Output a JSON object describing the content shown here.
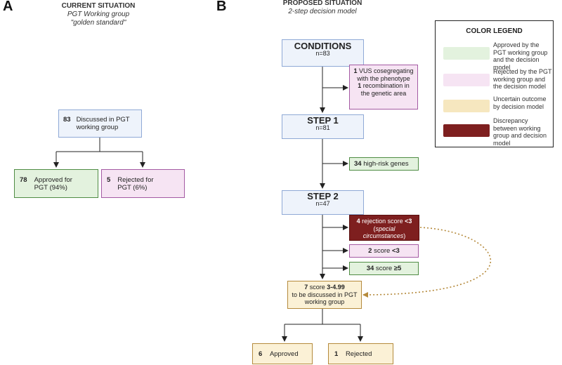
{
  "panel_a": {
    "letter": "A",
    "title": "CURRENT SITUATION",
    "subtitle1": "PGT Working group",
    "subtitle2": "\"golden standard\"",
    "discussed": {
      "count": "83",
      "label": "Discussed in PGT working group"
    },
    "approved": {
      "count": "78",
      "label": "Approved for PGT (94%)"
    },
    "rejected": {
      "count": "5",
      "label": "Rejected for PGT (6%)"
    }
  },
  "panel_b": {
    "letter": "B",
    "title": "PROPOSED SITUATION",
    "subtitle": "2-step decision model",
    "conditions": {
      "title": "CONDITIONS",
      "n": "n=83"
    },
    "excl1": {
      "count1": "1",
      "text1": "VUS cosegregating with the phenotype",
      "count2": "1",
      "text2": "recombination in the genetic area"
    },
    "step1": {
      "title": "STEP 1",
      "n": "n=81"
    },
    "high_risk": {
      "count": "34",
      "label": "high-risk genes"
    },
    "step2": {
      "title": "STEP 2",
      "n": "n=47"
    },
    "rejection": {
      "count": "4",
      "text_a": "rejection score",
      "bold": "<3",
      "paren_open": "(",
      "italic": "special circumstances",
      "paren_close": ")"
    },
    "score_lt3": {
      "count": "2",
      "text": "score",
      "bold": "<3"
    },
    "score_ge5": {
      "count": "34",
      "text": "score",
      "bold": "≥5"
    },
    "discuss": {
      "count": "7",
      "text": "score",
      "bold": "3-4.99",
      "line2": "to be discussed in PGT working group"
    },
    "approved": {
      "count": "6",
      "label": "Approved"
    },
    "rejected": {
      "count": "1",
      "label": "Rejected"
    }
  },
  "legend": {
    "title": "COLOR LEGEND",
    "items": [
      {
        "color": "#e3f2de",
        "text": "Approved by the PGT working group and the decision model"
      },
      {
        "color": "#f6e4f3",
        "text": "Rejected by the PGT working group and the decision model"
      },
      {
        "color": "#f6e7bf",
        "text": "Uncertain outcome by decision model"
      },
      {
        "color": "#7e1f1f",
        "text": "Discrepancy between working group and decision model"
      }
    ]
  }
}
